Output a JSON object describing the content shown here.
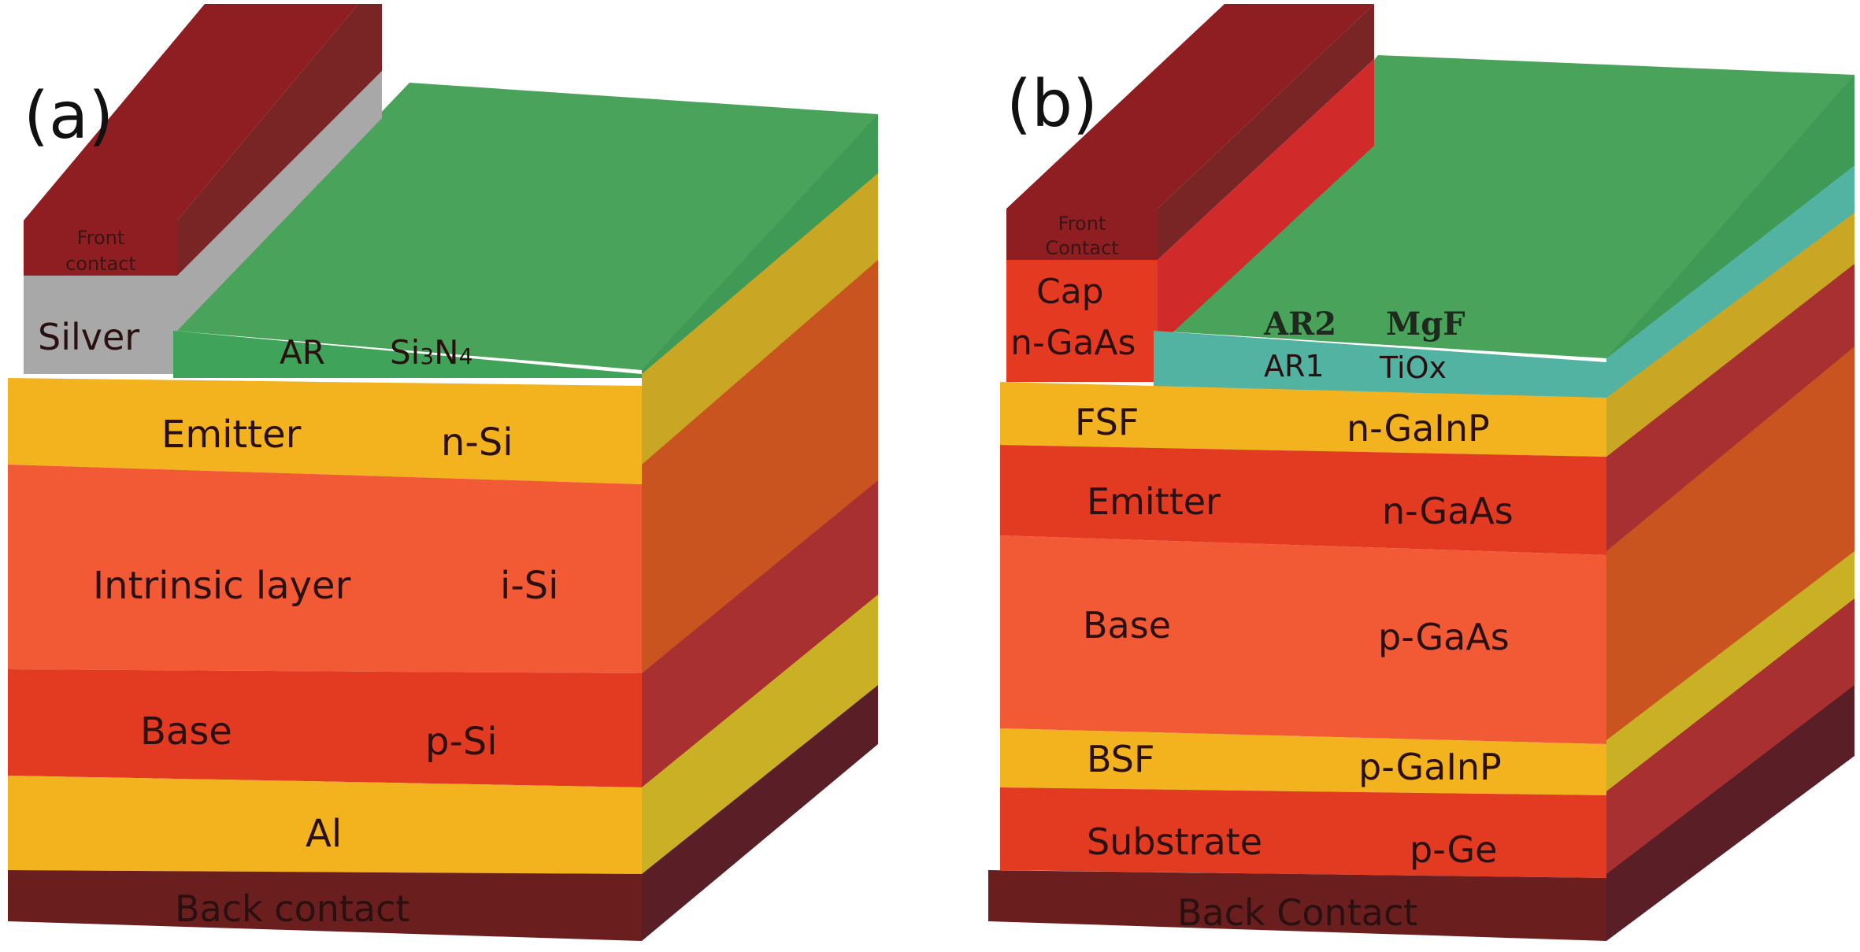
{
  "panel_a": {
    "tag": "(a)",
    "front_contact": [
      "Front",
      "contact"
    ],
    "silver": "Silver",
    "ar": "AR",
    "ar_material_main": "Si",
    "ar_material_sub1": "3",
    "ar_material_mid": "N",
    "ar_material_sub2": "4",
    "layers": [
      {
        "name": "Emitter",
        "material": "n-Si"
      },
      {
        "name": "Intrinsic layer",
        "material": "i-Si"
      },
      {
        "name": "Base",
        "material": "p-Si"
      },
      {
        "name": "Al",
        "material": ""
      }
    ],
    "back_contact": "Back contact"
  },
  "panel_b": {
    "tag": "(b)",
    "front_contact": [
      "Front",
      "Contact"
    ],
    "cap": [
      "Cap",
      "n-GaAs"
    ],
    "ar2": "AR2",
    "ar2_material": "MgF",
    "ar1": "AR1",
    "ar1_material": "TiOx",
    "layers": [
      {
        "name": "FSF",
        "material": "n-GaInP"
      },
      {
        "name": "Emitter",
        "material": "n-GaAs"
      },
      {
        "name": "Base",
        "material": "p-GaAs"
      },
      {
        "name": "BSF",
        "material": "p-GaInP"
      },
      {
        "name": "Substrate",
        "material": "p-Ge"
      }
    ],
    "back_contact": "Back Contact"
  }
}
